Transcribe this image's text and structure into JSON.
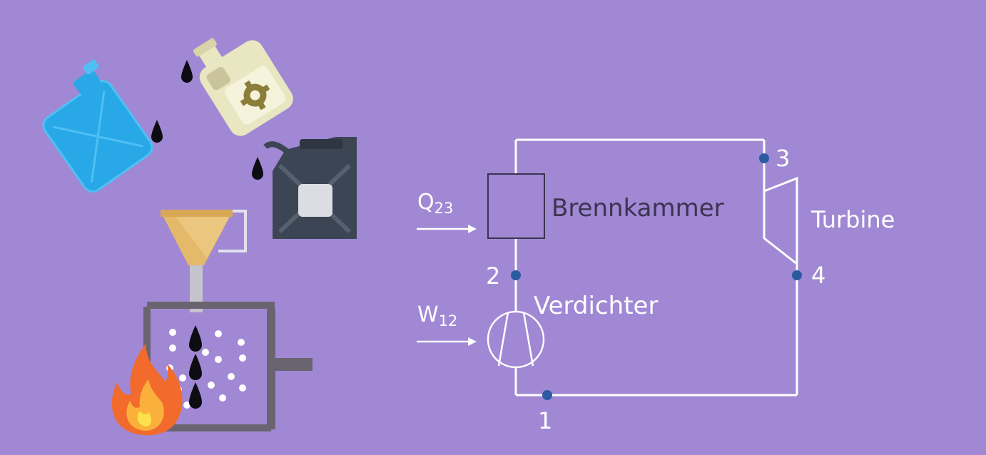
{
  "diagram": {
    "heat_input": {
      "symbol": "Q",
      "subscript": "23"
    },
    "work_input": {
      "symbol": "W",
      "subscript": "12"
    },
    "components": {
      "combustion_chamber": "Brennkammer",
      "compressor": "Verdichter",
      "turbine": "Turbine"
    },
    "state_points": [
      "1",
      "2",
      "3",
      "4"
    ]
  },
  "colors": {
    "background": "#a088d4",
    "line": "#ffffff",
    "point": "#2a5aa0",
    "dark_text": "#3b3450"
  },
  "illustration": {
    "icons": [
      "blue-canister-icon",
      "oil-bottle-icon",
      "fuel-jerrycan-icon",
      "funnel-icon",
      "combustion-chamber-box-icon",
      "flame-icon",
      "fuel-drop-icon"
    ]
  }
}
